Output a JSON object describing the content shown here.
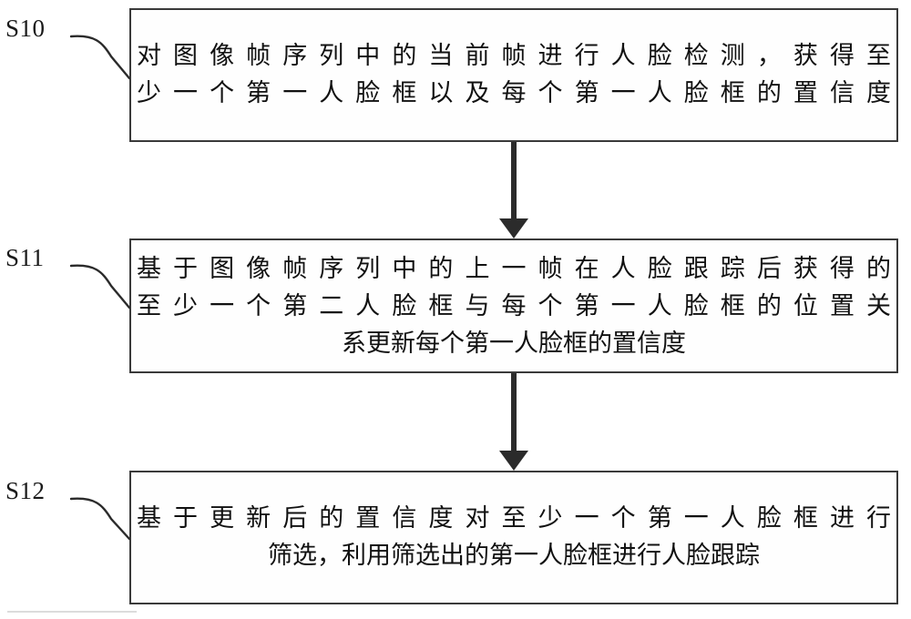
{
  "figure": {
    "type": "flowchart",
    "orientation": "vertical",
    "background_color": "#ffffff",
    "line_color": "#2b2b2b",
    "box_border_color": "#3a3a3a",
    "box_fill_color": "#fefefe",
    "text_color": "#111111"
  },
  "steps": [
    {
      "id": "S10",
      "label": "S10",
      "lines": [
        "对图像帧序列中的当前帧进行人脸检测，获得至",
        "少一个第一人脸框以及每个第一人脸框的置信度"
      ],
      "full_text": "对图像帧序列中的当前帧进行人脸检测，获得至少一个第一人脸框以及每个第一人脸框的置信度"
    },
    {
      "id": "S11",
      "label": "S11",
      "lines": [
        "基于图像帧序列中的上一帧在人脸跟踪后获得的",
        "至少一个第二人脸框与每个第一人脸框的位置关",
        "系更新每个第一人脸框的置信度"
      ],
      "full_text": "基于图像帧序列中的上一帧在人脸跟踪后获得的至少一个第二人脸框与每个第一人脸框的位置关系更新每个第一人脸框的置信度"
    },
    {
      "id": "S12",
      "label": "S12",
      "lines": [
        "基于更新后的置信度对至少一个第一人脸框进行",
        "筛选，利用筛选出的第一人脸框进行人脸跟踪"
      ],
      "full_text": "基于更新后的置信度对至少一个第一人脸框进行筛选，利用筛选出的第一人脸框进行人脸跟踪"
    }
  ],
  "connectors": [
    {
      "from": "S10",
      "to": "S11",
      "kind": "down-arrow"
    },
    {
      "from": "S11",
      "to": "S12",
      "kind": "down-arrow"
    }
  ],
  "leaders": [
    {
      "label": "S10",
      "target": "S10"
    },
    {
      "label": "S11",
      "target": "S11"
    },
    {
      "label": "S12",
      "target": "S12"
    }
  ]
}
